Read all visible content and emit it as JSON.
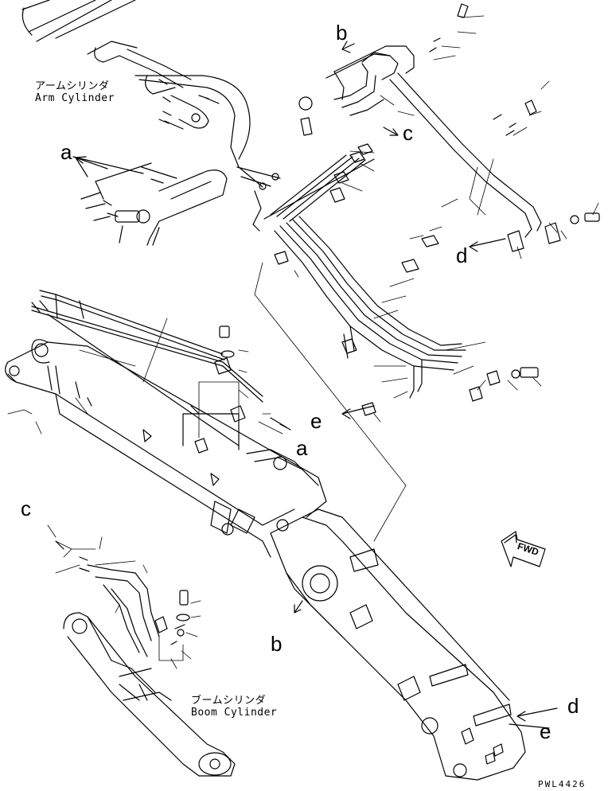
{
  "labels": {
    "arm_cylinder_jp": "アームシリンダ",
    "arm_cylinder_en": "Arm Cylinder",
    "boom_cylinder_jp": "ブームシリンダ",
    "boom_cylinder_en": "Boom Cylinder",
    "fwd": "FWD",
    "drawing_code": "PWL4426"
  },
  "callouts": {
    "a_upper": "a",
    "a_lower": "a",
    "b_upper": "b",
    "b_lower": "b",
    "c_right": "c",
    "c_left": "c",
    "d_right": "d",
    "d_lower": "d",
    "e_left": "e",
    "e_lower": "e"
  }
}
